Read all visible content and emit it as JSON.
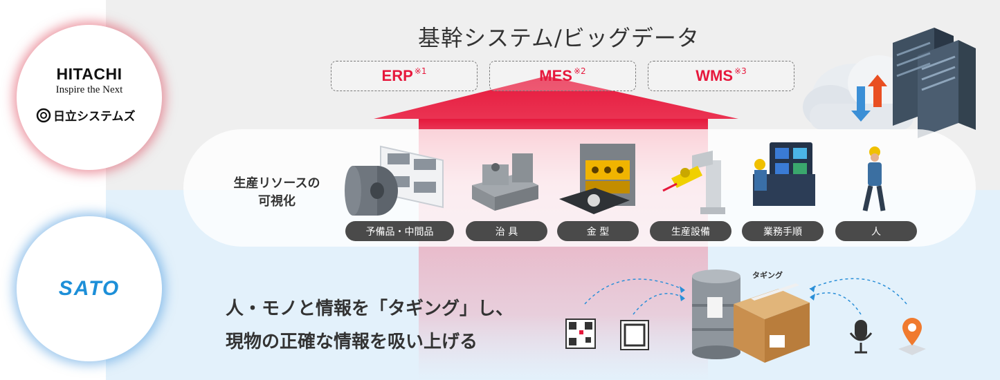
{
  "header": {
    "title": "基幹システム/ビッグデータ",
    "systems": [
      {
        "name": "ERP",
        "note": "※1"
      },
      {
        "name": "MES",
        "note": "※2"
      },
      {
        "name": "WMS",
        "note": "※3"
      }
    ]
  },
  "logos": {
    "hitachi": {
      "name": "HITACHI",
      "tagline": "Inspire the Next",
      "company": "日立システムズ"
    },
    "sato": {
      "name": "SATO"
    }
  },
  "resources": {
    "label_line1": "生産リソースの",
    "label_line2": "可視化",
    "items": [
      "予備品・中間品",
      "治 具",
      "金 型",
      "生産設備",
      "業務手順",
      "人"
    ]
  },
  "tagging": {
    "line1": "人・モノと情報を「タギング」し、",
    "line2": "現物の正確な情報を吸い上げる",
    "label": "タギング"
  },
  "colors": {
    "accent_red": "#e6183c",
    "hitachi_glow": "#dc465a",
    "sato_blue": "#1d8fd8",
    "pill_gray": "#4a4a4a"
  }
}
